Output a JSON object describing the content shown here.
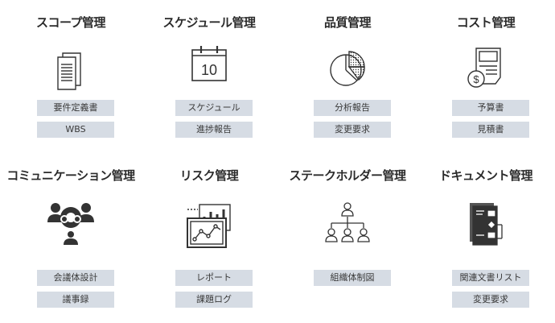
{
  "items": [
    {
      "title": "スコープ管理",
      "labels": [
        "要件定義書",
        "WBS"
      ],
      "icon": "documents-icon"
    },
    {
      "title": "スケジュール管理",
      "labels": [
        "スケジュール",
        "進捗報告"
      ],
      "icon": "calendar-icon"
    },
    {
      "title": "品質管理",
      "labels": [
        "分析報告",
        "変更要求"
      ],
      "icon": "pie-chart-icon"
    },
    {
      "title": "コスト管理",
      "labels": [
        "予算書",
        "見積書"
      ],
      "icon": "invoice-icon"
    },
    {
      "title": "コミュニケーション管理",
      "labels": [
        "会議体設計",
        "議事録"
      ],
      "icon": "team-icon"
    },
    {
      "title": "リスク管理",
      "labels": [
        "レポート",
        "課題ログ"
      ],
      "icon": "charts-icon"
    },
    {
      "title": "ステークホルダー管理",
      "labels": [
        "組織体制図"
      ],
      "icon": "org-chart-icon"
    },
    {
      "title": "ドキュメント管理",
      "labels": [
        "関連文書リスト",
        "変更要求"
      ],
      "icon": "flowchart-document-icon"
    }
  ],
  "calendar_day": "10",
  "colors": {
    "icon": "#333333",
    "label_bg": "#d6dce4",
    "title": "#2b2b2b"
  }
}
